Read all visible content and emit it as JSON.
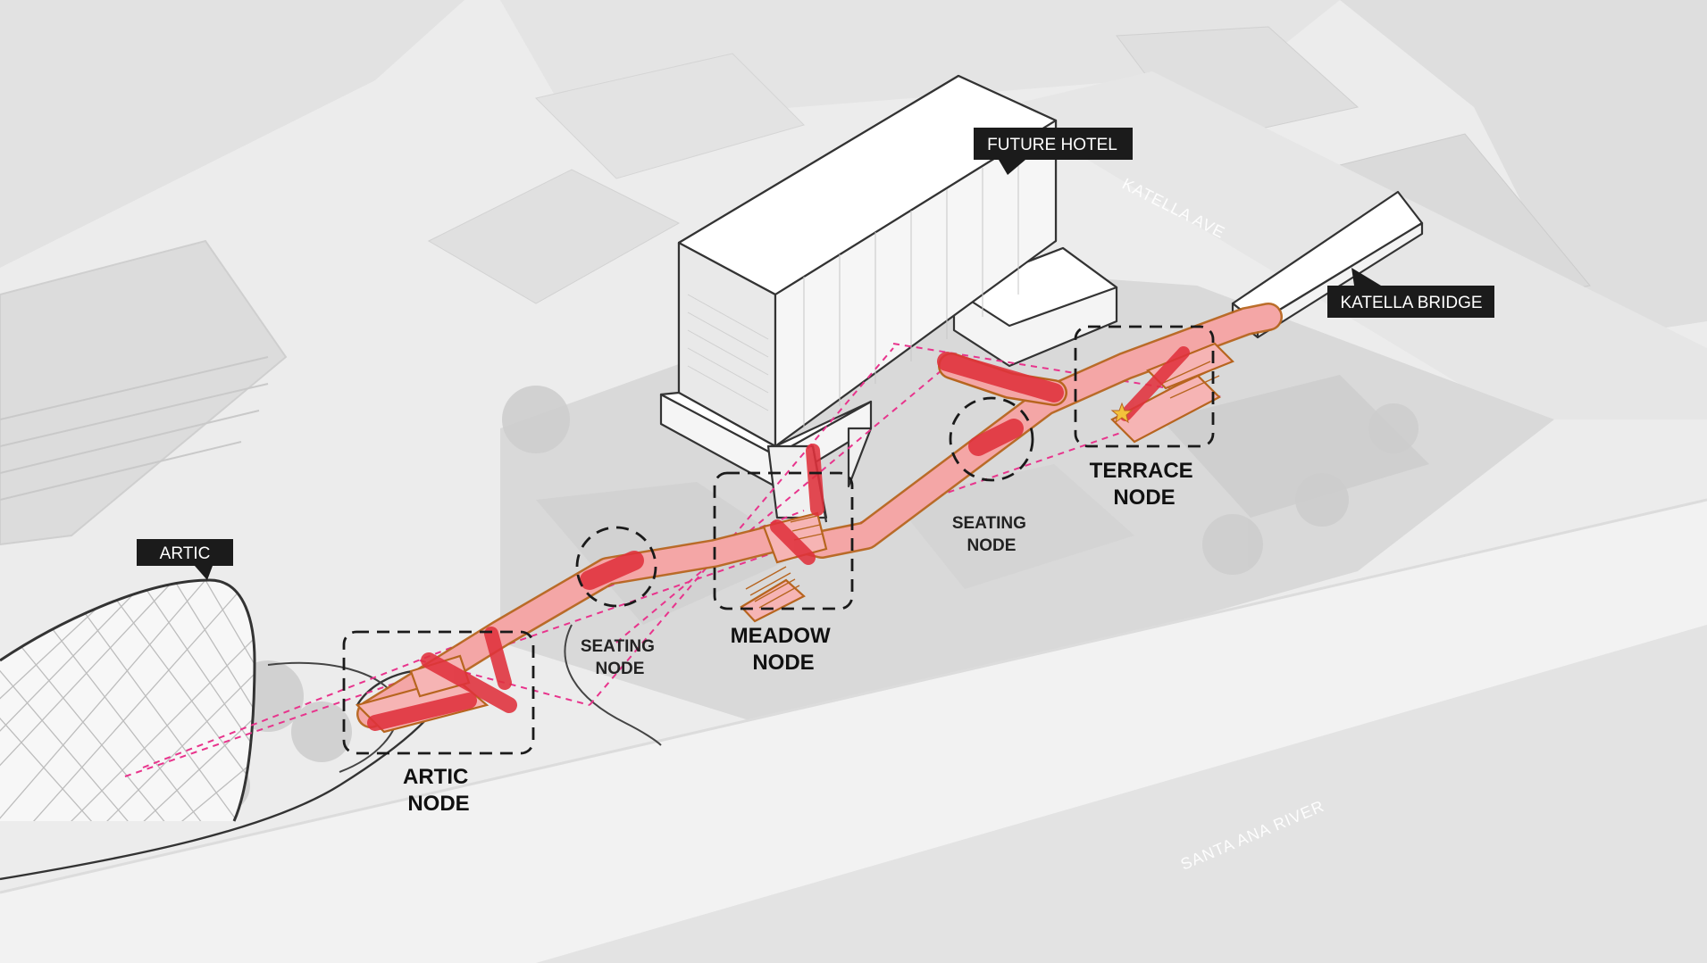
{
  "callouts": {
    "future_hotel": "FUTURE HOTEL",
    "katella_bridge": "KATELLA BRIDGE",
    "artic": "ARTIC"
  },
  "streets": {
    "katella_ave": "KATELLA AVE",
    "santa_ana_river": "SANTA ANA RIVER"
  },
  "nodes": {
    "artic": [
      "ARTIC",
      "NODE"
    ],
    "meadow": [
      "MEADOW",
      "NODE"
    ],
    "terrace": [
      "TERRACE",
      "NODE"
    ],
    "seating_left": [
      "SEATING",
      "NODE"
    ],
    "seating_right": [
      "SEATING",
      "NODE"
    ]
  },
  "colors": {
    "path_fill": "#f08f8f",
    "path_outline": "#b7651f",
    "path_red": "#e0313c",
    "sightline": "#e8348c",
    "callout_bg": "#1b1b1b",
    "building_stroke": "#333333"
  }
}
